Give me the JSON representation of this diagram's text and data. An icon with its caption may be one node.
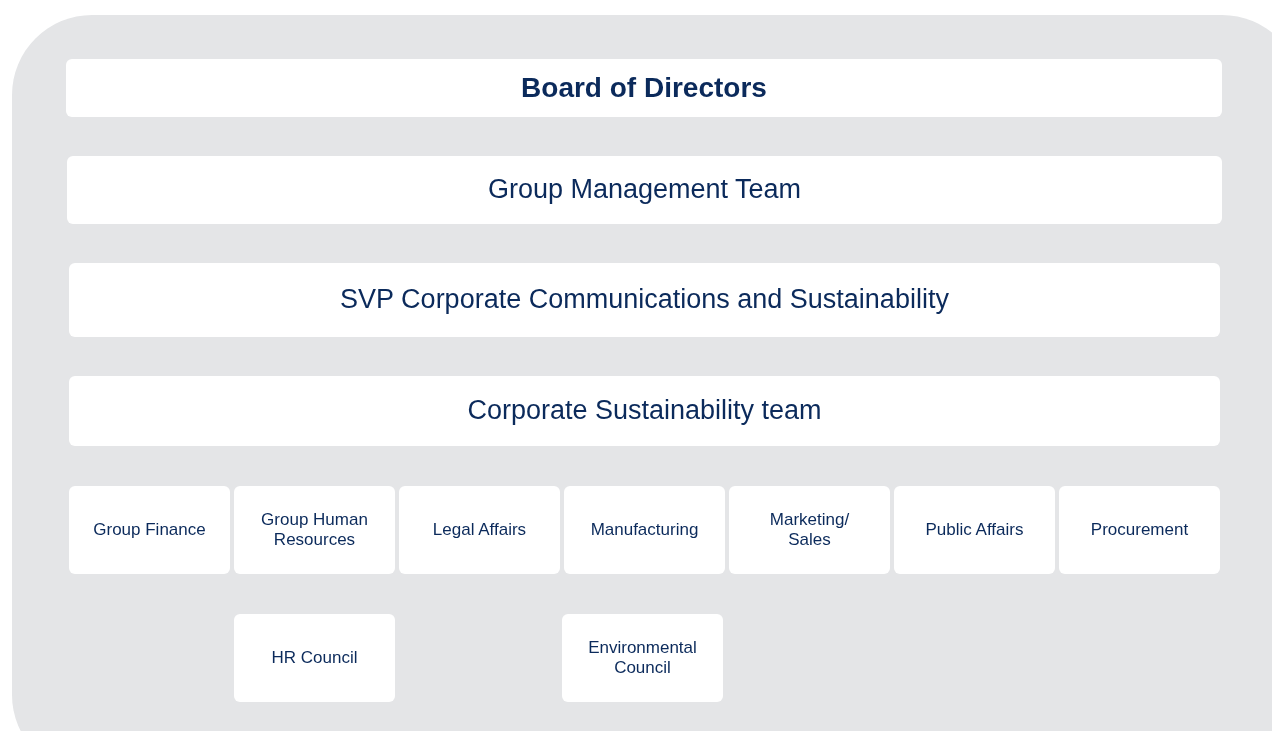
{
  "diagram": {
    "nodes": [
      {
        "text": [
          "Board of Directors"
        ]
      },
      {
        "text": [
          "Group Management Team"
        ]
      },
      {
        "text": [
          "SVP Corporate Communications and Sustainability"
        ]
      },
      {
        "text": [
          "Corporate Sustainability team"
        ]
      },
      {
        "text": [
          "Group Finance"
        ]
      },
      {
        "text": [
          "Group Human Resources"
        ]
      },
      {
        "text": [
          "Legal Affairs"
        ]
      },
      {
        "text": [
          "Manufacturing"
        ]
      },
      {
        "text": [
          "Marketing/ Sales"
        ]
      },
      {
        "text": [
          "Public Affairs"
        ]
      },
      {
        "text": [
          "Procurement"
        ]
      },
      {
        "text": [
          "HR Council"
        ]
      },
      {
        "text": [
          "Environmental Council"
        ]
      }
    ]
  }
}
